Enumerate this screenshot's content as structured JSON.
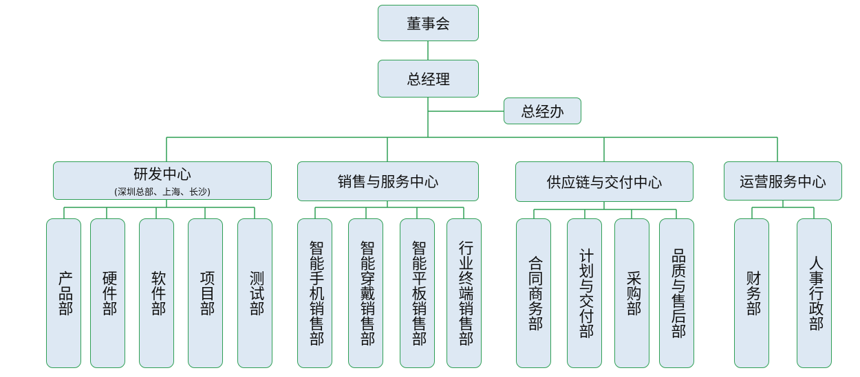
{
  "chairman": "董事会",
  "gm": "总经理",
  "gm_office": "总经办",
  "centers": {
    "rd": {
      "title": "研发中心",
      "subtitle": "(深圳总部、上海、长沙)"
    },
    "sales": {
      "title": "销售与服务中心"
    },
    "supply": {
      "title": "供应链与交付中心"
    },
    "ops": {
      "title": "运营服务中心"
    }
  },
  "departments": {
    "rd": [
      "产品部",
      "硬件部",
      "软件部",
      "项目部",
      "测试部"
    ],
    "sales": [
      "智能手机销售部",
      "智能穿戴销售部",
      "智能平板销售部",
      "行业终端销售部"
    ],
    "supply": [
      "合同商务部",
      "计划与交付部",
      "采购部",
      "品质与售后部"
    ],
    "ops": [
      "财务部",
      "人事行政部"
    ]
  },
  "colors": {
    "box_fill": "#dde8f3",
    "border": "#2e9f54",
    "line": "#2e9f54"
  }
}
